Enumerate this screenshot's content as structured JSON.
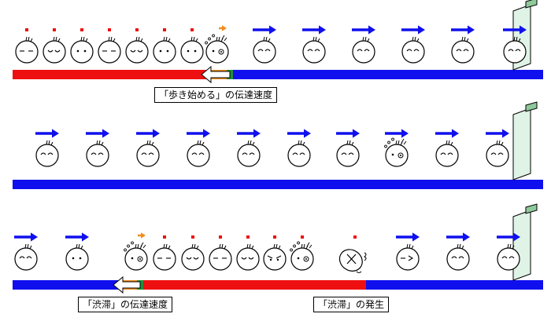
{
  "labels": {
    "walk_start_speed": "「歩き始める」の伝達速度",
    "jam_speed": "「渋滞」の伝達速度",
    "jam_occurrence": "「渋滞」の発生"
  },
  "colors": {
    "moving_road": "#1010ee",
    "stopped_road": "#ee1010",
    "arrow_blue": "#1010ee",
    "arrow_orange": "#f08c1e",
    "marker_red": "#ee1010",
    "wall_face": "#dff3e6",
    "wall_top": "#8ec99a",
    "outline": "#000000"
  },
  "rows": [
    {
      "id": "row1",
      "people": [
        {
          "state": "stopped",
          "face": "dash"
        },
        {
          "state": "stopped",
          "face": "sleepy"
        },
        {
          "state": "stopped",
          "face": "dots"
        },
        {
          "state": "stopped",
          "face": "dash"
        },
        {
          "state": "stopped",
          "face": "sleepy"
        },
        {
          "state": "stopped",
          "face": "dots"
        },
        {
          "state": "stopped",
          "face": "dots"
        },
        {
          "state": "starting",
          "face": "surprised"
        },
        {
          "state": "moving",
          "face": "smile"
        },
        {
          "state": "moving",
          "face": "smile"
        },
        {
          "state": "moving",
          "face": "smile"
        },
        {
          "state": "moving",
          "face": "smile"
        },
        {
          "state": "moving",
          "face": "smile"
        },
        {
          "state": "moving",
          "face": "smile"
        }
      ]
    },
    {
      "id": "row2",
      "people": [
        {
          "state": "moving",
          "face": "smile"
        },
        {
          "state": "moving",
          "face": "smile"
        },
        {
          "state": "moving",
          "face": "smile"
        },
        {
          "state": "moving",
          "face": "smile"
        },
        {
          "state": "moving",
          "face": "smile"
        },
        {
          "state": "moving",
          "face": "smile"
        },
        {
          "state": "moving",
          "face": "smile"
        },
        {
          "state": "moving",
          "face": "surprised"
        },
        {
          "state": "moving",
          "face": "smile"
        },
        {
          "state": "moving",
          "face": "smile"
        },
        {
          "state": "moving",
          "face": "smile"
        }
      ]
    },
    {
      "id": "row3",
      "people": [
        {
          "state": "moving",
          "face": "smile"
        },
        {
          "state": "moving",
          "face": "dots"
        },
        {
          "state": "starting",
          "face": "surprised"
        },
        {
          "state": "stopped",
          "face": "dash"
        },
        {
          "state": "stopped",
          "face": "sleepy"
        },
        {
          "state": "stopped",
          "face": "dash"
        },
        {
          "state": "stopped",
          "face": "sleepy"
        },
        {
          "state": "stopped",
          "face": "angry"
        },
        {
          "state": "stopped",
          "face": "surprised"
        },
        {
          "state": "stopped",
          "face": "fallen"
        },
        {
          "state": "moving",
          "face": "squint"
        },
        {
          "state": "moving",
          "face": "smile"
        },
        {
          "state": "moving",
          "face": "smile"
        }
      ]
    }
  ]
}
